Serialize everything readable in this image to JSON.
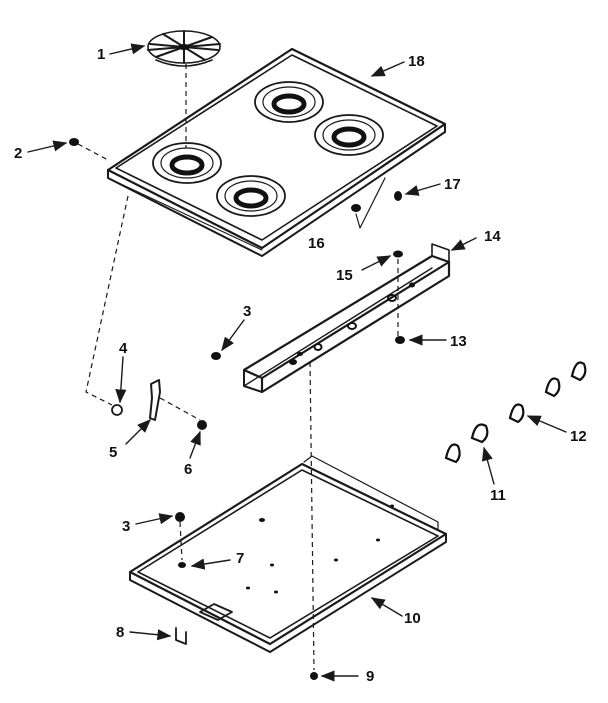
{
  "callouts": [
    {
      "id": "c1",
      "text": "1"
    },
    {
      "id": "c2",
      "text": "2"
    },
    {
      "id": "c3a",
      "text": "3"
    },
    {
      "id": "c3b",
      "text": "3"
    },
    {
      "id": "c4",
      "text": "4"
    },
    {
      "id": "c5",
      "text": "5"
    },
    {
      "id": "c6",
      "text": "6"
    },
    {
      "id": "c7",
      "text": "7"
    },
    {
      "id": "c8",
      "text": "8"
    },
    {
      "id": "c9",
      "text": "9"
    },
    {
      "id": "c10",
      "text": "10"
    },
    {
      "id": "c11",
      "text": "11"
    },
    {
      "id": "c12",
      "text": "12"
    },
    {
      "id": "c13",
      "text": "13"
    },
    {
      "id": "c14",
      "text": "14"
    },
    {
      "id": "c15",
      "text": "15"
    },
    {
      "id": "c16",
      "text": "16"
    },
    {
      "id": "c17",
      "text": "17"
    },
    {
      "id": "c18",
      "text": "18"
    }
  ],
  "colors": {
    "ink": "#1a1a1a",
    "paper": "#ffffff"
  }
}
